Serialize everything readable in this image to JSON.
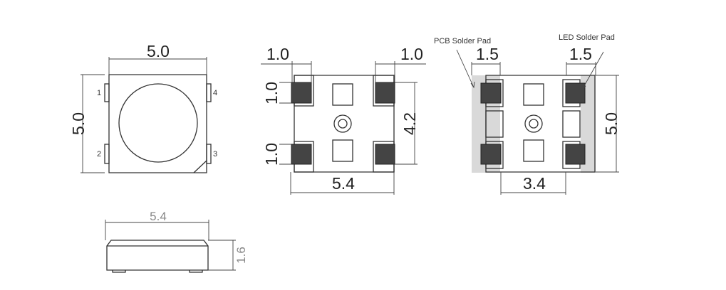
{
  "top_view": {
    "width": "5.0",
    "height": "5.0",
    "pins": [
      "1",
      "2",
      "3",
      "4"
    ]
  },
  "bottom_view": {
    "pad_width_left": "1.0",
    "pad_width_right": "1.0",
    "pad_height_top": "1.0",
    "pad_height_bottom": "1.0",
    "pad_pitch": "4.2",
    "width": "5.4"
  },
  "footprint": {
    "pcb_label": "PCB Solder Pad",
    "led_label": "LED Solder Pad",
    "pad_left": "1.5",
    "pad_right": "1.5",
    "height": "5.0",
    "gap": "3.4"
  },
  "side_view": {
    "width": "5.4",
    "height": "1.6"
  },
  "colors": {
    "pcb_pad": "#d9d9d9",
    "led_pad": "#444444"
  }
}
